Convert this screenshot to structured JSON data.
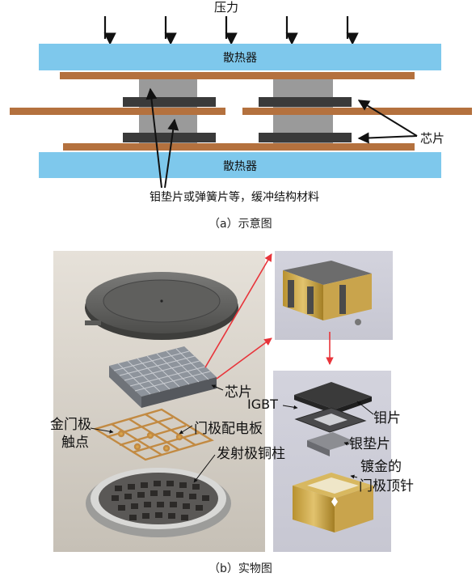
{
  "schematic": {
    "pressure_label": "压力",
    "heatsink_top_label": "散热器",
    "heatsink_bottom_label": "散热器",
    "chip_label": "芯片",
    "buffer_label": "钼垫片或弹簧片等，缓冲结构材料",
    "caption": "（a）示意图"
  },
  "photo": {
    "chip_label": "芯片",
    "igbt_label": "IGBT",
    "mo_label": "钼片",
    "silver_label": "银垫片",
    "gold_gate_label_line1": "金门极",
    "gold_gate_label_line2": "触点",
    "gate_board_label": "门极配电板",
    "emitter_label": "发射极铜柱",
    "gate_pin_label_line1": "镀金的",
    "gate_pin_label_line2": "门极顶针",
    "caption": "（b）实物图"
  },
  "colors": {
    "heatsink": "#7ec8ec",
    "copper": "#b4713e",
    "chip": "#3a3a3a",
    "pillar": "#9a9a9a",
    "arrow_red": "#e8343a"
  }
}
